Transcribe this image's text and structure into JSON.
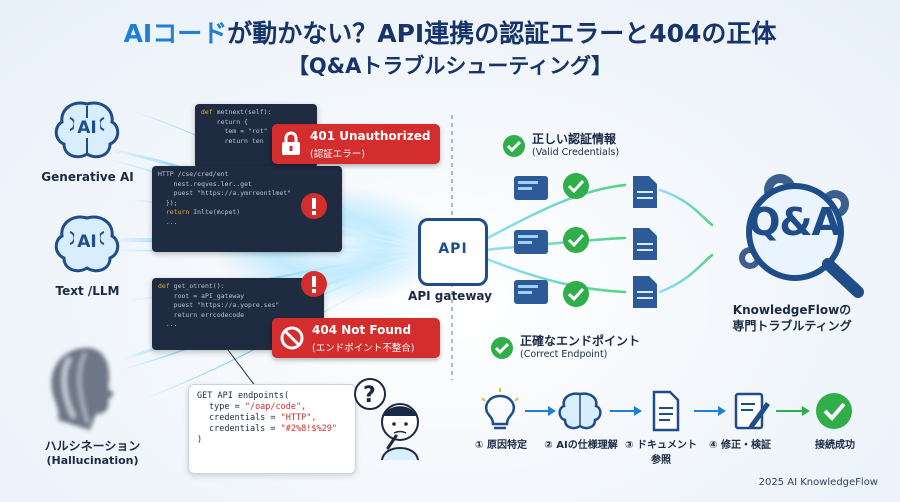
{
  "title": {
    "accent": "AIコード",
    "rest": "が動かない？API連携の認証エラーと404の正体",
    "line2": "【Q&Aトラブルシューティング】"
  },
  "left": {
    "generative_ai": "Generative AI",
    "text_llm": "Text /LLM",
    "hallucination_jp": "ハルシネーション",
    "hallucination_en": "(Hallucination)",
    "ai_icon_text": "AI"
  },
  "errors": {
    "e401_title": "401 Unauthorized",
    "e401_jp": "(認証エラー)",
    "e404_title": "404 Not Found",
    "e404_jp": "(エンドポイント不整合)"
  },
  "code_snippet": {
    "l1": "GET API endpoints(",
    "l2_key": "type = ",
    "l2_val": "\"/oap/code\",",
    "l3_key": "credentials = ",
    "l3_val": "\"HTTP\",",
    "l4_key": "credentials = ",
    "l4_val": "\"#2%8!$%29\"",
    "l5": ")"
  },
  "gateway": {
    "icon_text": "API",
    "label": "API gateway"
  },
  "right": {
    "valid_jp": "正しい認証情報",
    "valid_en": "(Valid Credentials)",
    "endpoint_jp": "正確なエンドポイント",
    "endpoint_en": "(Correct Endpoint)",
    "qa": "Q&A",
    "kf_line1": "KnowledgeFlowの",
    "kf_line2": "専門トラブルティング"
  },
  "steps": [
    {
      "label": "① 原因特定",
      "icon": "lightbulb-icon"
    },
    {
      "label": "② AIの仕様理解",
      "icon": "brain-icon"
    },
    {
      "label": "③ ドキュメント参照",
      "icon": "document-icon"
    },
    {
      "label": "④ 修正・検証",
      "icon": "edit-icon"
    },
    {
      "label": "接続成功",
      "icon": "check-icon"
    }
  ],
  "footer": "2025 AI KnowledgeFlow",
  "colors": {
    "navy": "#16346a",
    "blue": "#1f7fd6",
    "red": "#d42d2d",
    "green": "#2fae4a",
    "cyan": "#4ac8ff"
  }
}
